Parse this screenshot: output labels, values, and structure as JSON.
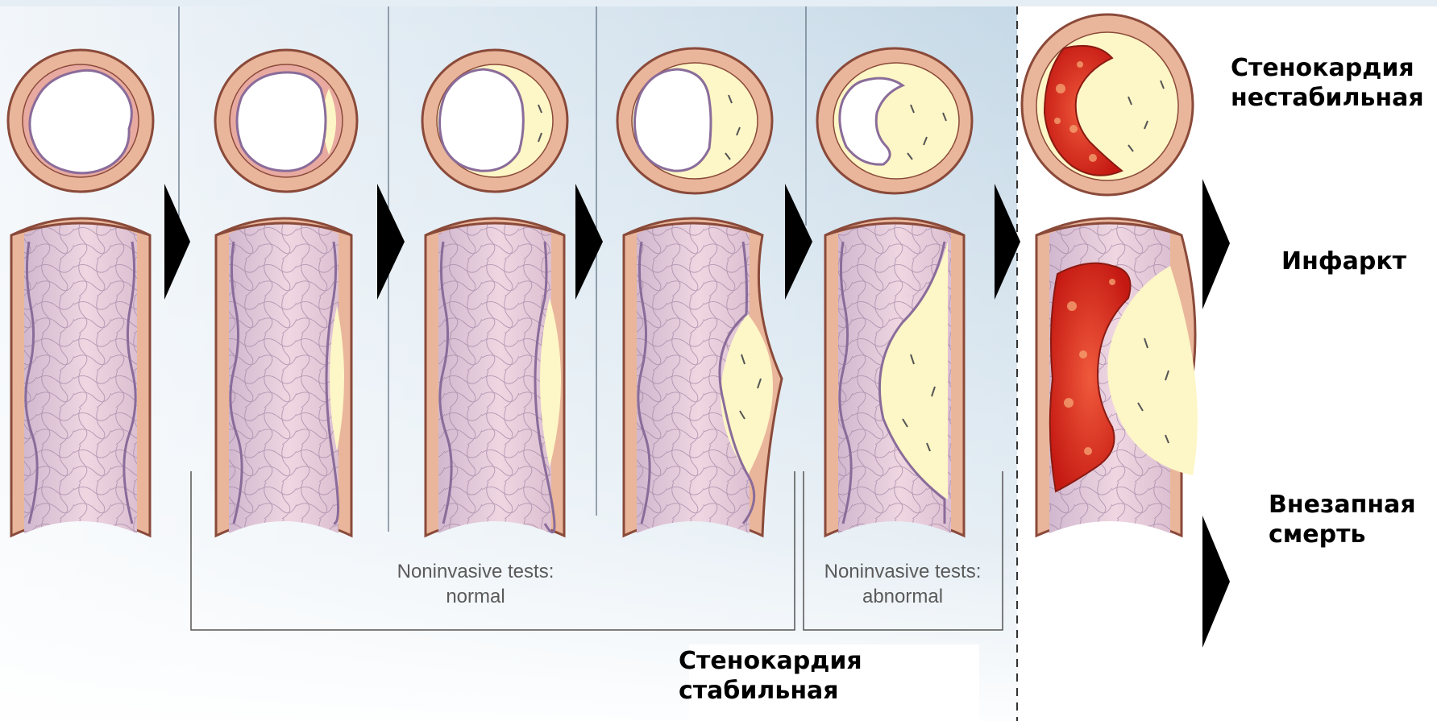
{
  "labels": {
    "unstable_angina": [
      "Стенокардия",
      "нестабильная"
    ],
    "infarct": "Инфаркт",
    "sudden_death": [
      "Внезапная",
      "смерть"
    ],
    "stable_angina": [
      "Стенокардия",
      "стабильная"
    ],
    "tests_normal": [
      "Noninvasive tests:",
      "normal"
    ],
    "tests_abnormal": [
      "Noninvasive tests:",
      "abnormal"
    ]
  },
  "colors": {
    "background_gradient": [
      "#f4f8fb",
      "#c9dbe8"
    ],
    "vessel_wall": "#eab69b",
    "vessel_wall_outline": "#8a4a3a",
    "vessel_inner": "#e8c9d6",
    "plaque": "#fdf6c6",
    "thrombus": "#d8261f",
    "arrow": "#000000"
  }
}
